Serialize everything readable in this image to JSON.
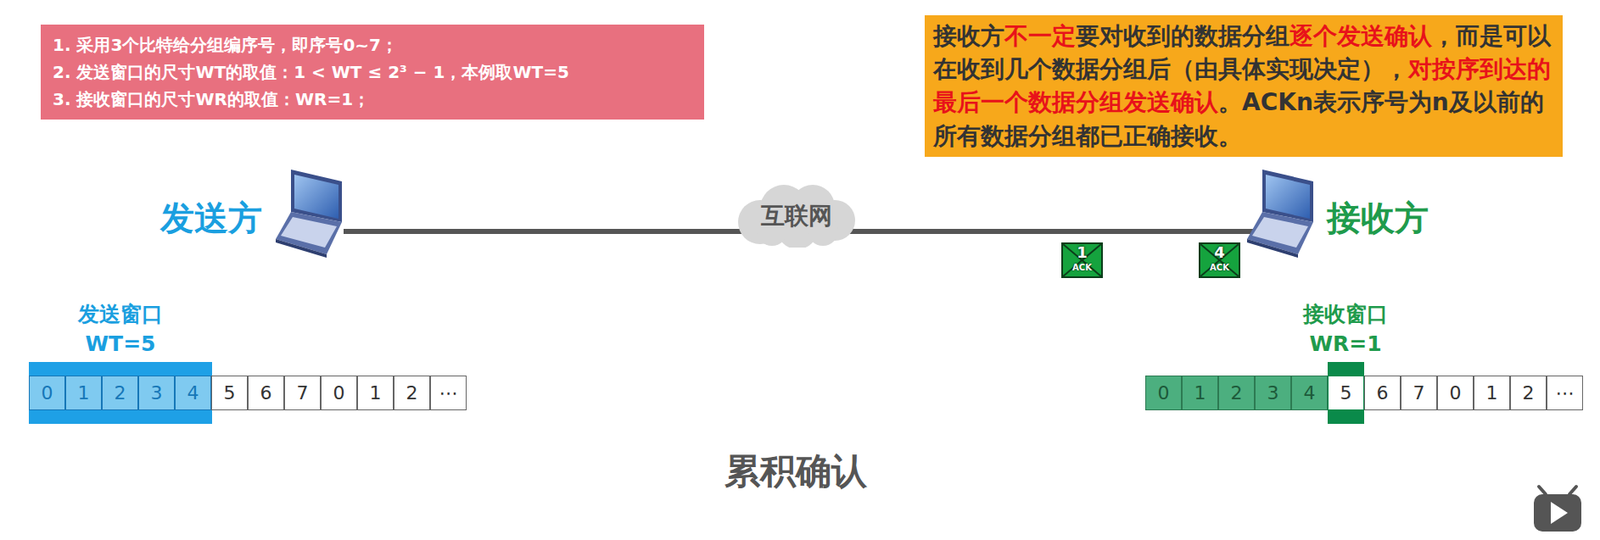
{
  "diagram": {
    "caption": "累积确认",
    "nodes": [
      {
        "text": [
          "1. 采用3个比特给分组编序号，即序号0~7；",
          "2. 发送窗口的尺寸WT的取值：1 < WT ≤ 2³ − 1，本例取WT=5",
          "3. 接收窗口的尺寸WR的取值：WR=1；"
        ]
      },
      {
        "text": [
          "接收方",
          "不一定",
          "要对收到的数据分组",
          "逐个发送确认",
          "，而是可以在收到几个数据分组后（由具体实现决定），",
          "对按序到达的最后一个数据分组发送确认",
          "。ACKn表示序号为n及以前的所有数据分组都已正确接收。"
        ]
      },
      {
        "text": [
          "互联网"
        ]
      },
      {
        "text": [
          "1",
          "ACK"
        ]
      },
      {
        "text": [
          "4",
          "ACK"
        ]
      }
    ],
    "labels": [
      "发送方",
      "接收方",
      "发送窗口",
      "WT=5",
      "接收窗口",
      "WR=1",
      "0",
      "1",
      "2",
      "3",
      "4",
      "5",
      "6",
      "7",
      "0",
      "1",
      "2",
      "⋯",
      "0",
      "1",
      "2",
      "3",
      "4",
      "5",
      "6",
      "7",
      "0",
      "1",
      "2",
      "⋯"
    ]
  }
}
